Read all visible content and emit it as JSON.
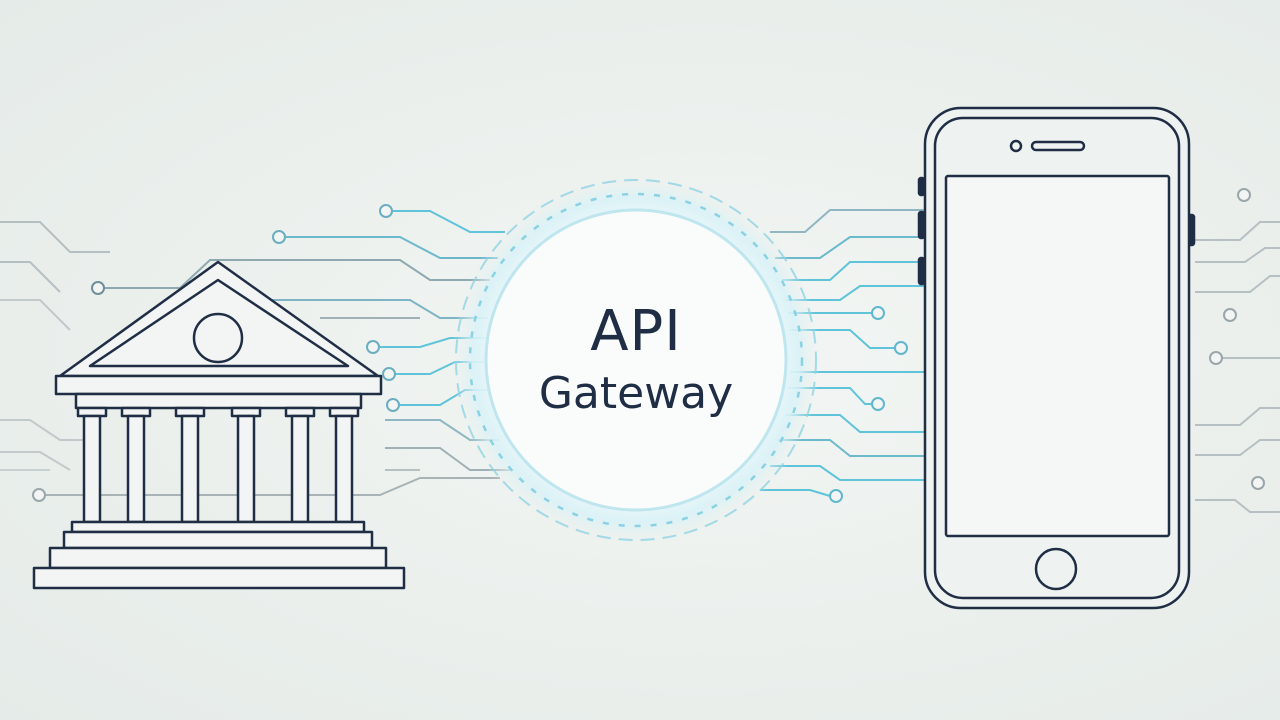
{
  "gateway": {
    "title": "API",
    "subtitle": "Gateway"
  },
  "nodes": {
    "left": "bank-building-icon",
    "center": "api-gateway-hub",
    "right": "smartphone-icon"
  },
  "colors": {
    "background": "#eaefec",
    "outline": "#1f2d45",
    "circuit_gray": "#a9b3b6",
    "circuit_cyan": "#5fc3d9",
    "glow": "#bdebf5"
  }
}
